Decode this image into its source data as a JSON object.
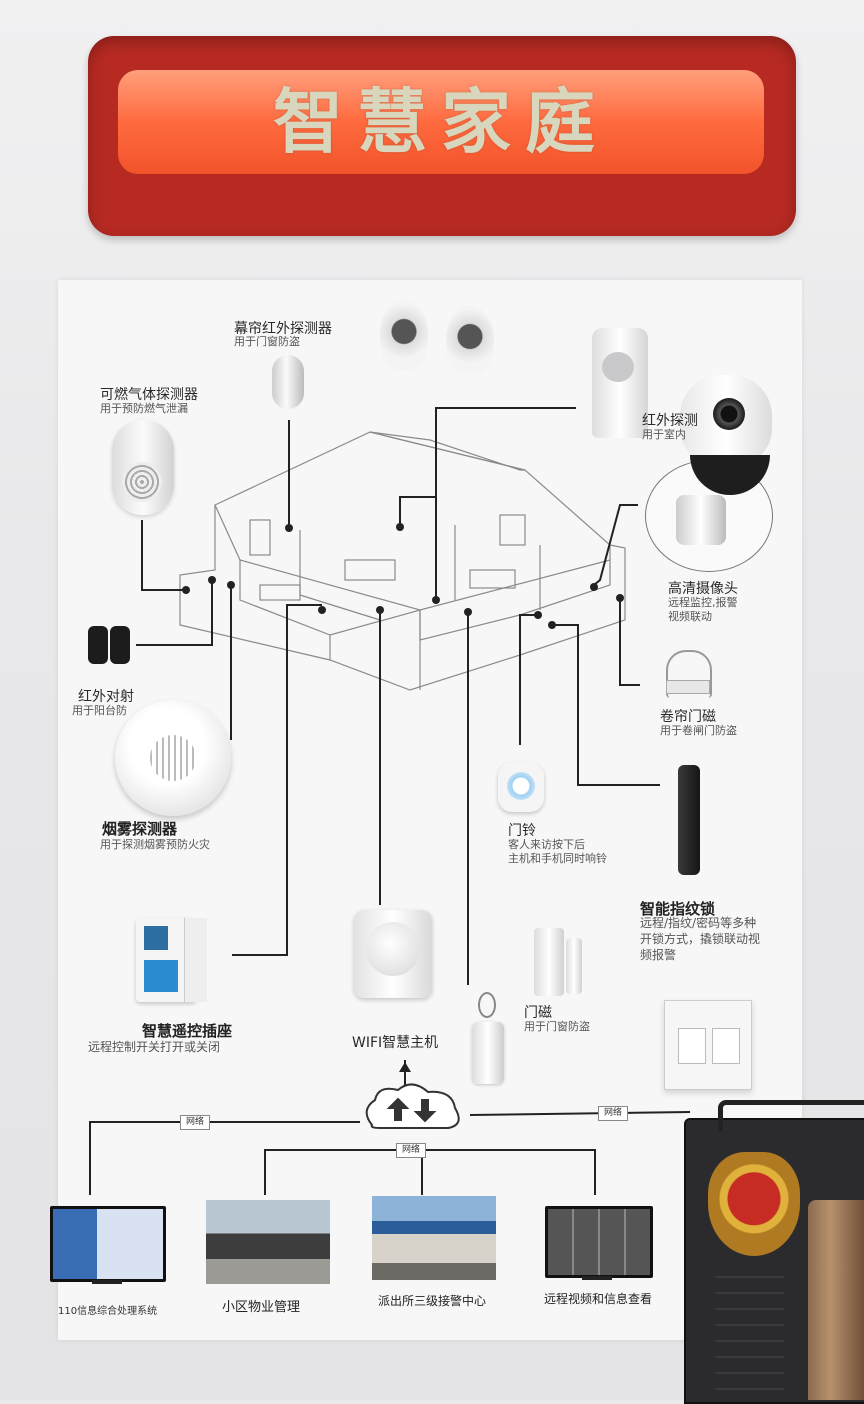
{
  "sign": {
    "title": "智慧家庭"
  },
  "devices": {
    "curtain_ir": {
      "title": "幕帘红外探测器",
      "desc": "用于门窗防盗"
    },
    "gas": {
      "title": "可燃气体探测器",
      "desc": "用于预防燃气泄漏"
    },
    "ir_detector": {
      "title": "红外探测",
      "desc": "用于室内"
    },
    "camera": {
      "title": "高清摄像头",
      "desc1": "远程监控,报警",
      "desc2": "视频联动"
    },
    "ir_beam": {
      "title": "红外对射",
      "desc": "用于阳台防"
    },
    "rolling_door": {
      "title": "卷帘门磁",
      "desc": "用于卷闸门防盗"
    },
    "smoke": {
      "title": "烟雾探测器",
      "desc": "用于探测烟雾预防火灾"
    },
    "doorbell": {
      "title": "门铃",
      "desc1": "客人来访按下后",
      "desc2": "主机和手机同时响铃"
    },
    "fingerprint": {
      "title": "智能指纹锁",
      "desc1": "远程/指纹/密码等多种",
      "desc2": "开锁方式，撬锁联动视",
      "desc3": "频报警"
    },
    "socket": {
      "title": "智慧遥控插座",
      "desc": "远程控制开关打开或关闭"
    },
    "hub": {
      "title": "WIFI智慧主机"
    },
    "door_magnet": {
      "title": "门磁",
      "desc": "用于门窗防盗"
    }
  },
  "network": {
    "tag_left": "网络",
    "tag_center": "网络",
    "tag_right": "网络"
  },
  "endpoints": [
    {
      "label": "110信息综合处理系统"
    },
    {
      "label": "小区物业管理"
    },
    {
      "label": "派出所三级接警中心"
    },
    {
      "label": "远程视频和信息查看"
    }
  ],
  "colors": {
    "sign_frame": "#b62a22",
    "sign_glow": "#ff6a3f",
    "line": "#333333"
  }
}
